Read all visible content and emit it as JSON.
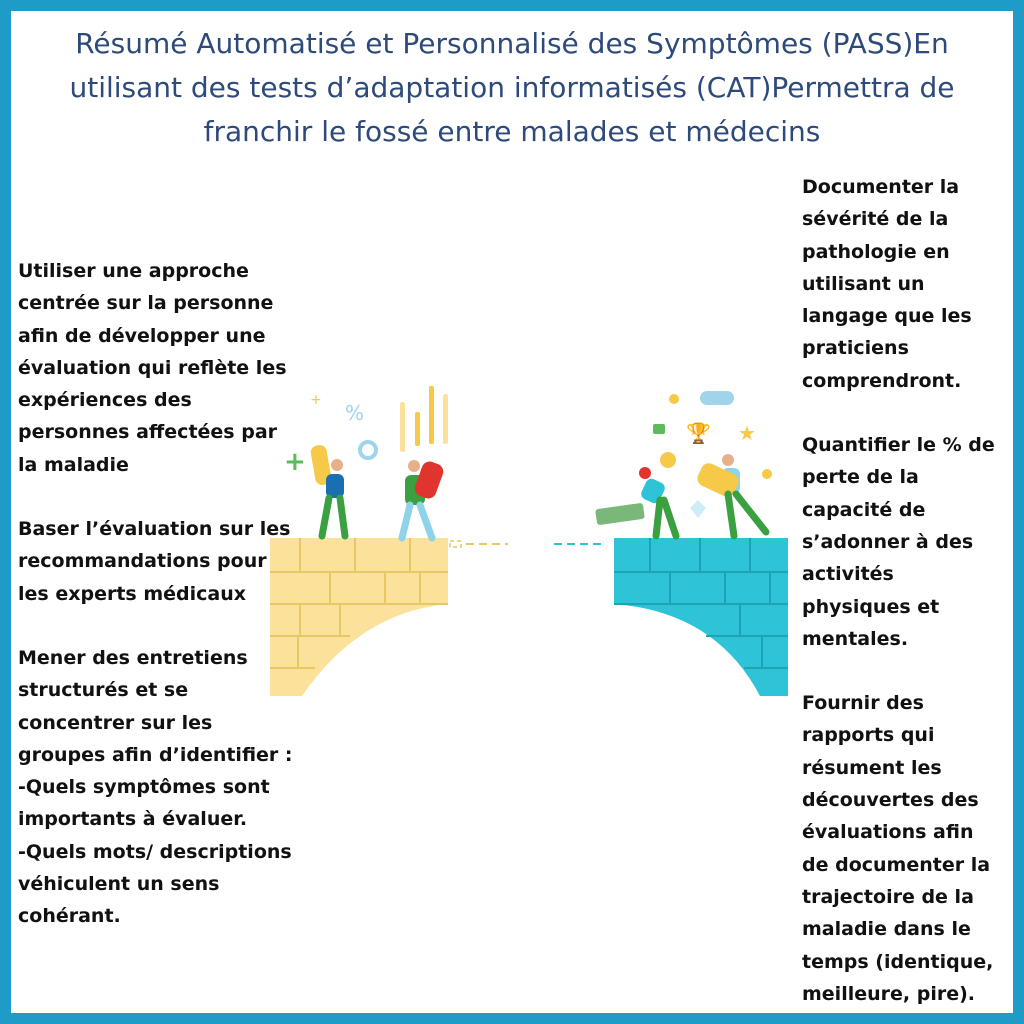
{
  "title": "Résumé Automatisé et Personnalisé des Symptômes (PASS)En utilisant des tests d’adaptation informatisés (CAT)Permettra de franchir le fossé entre malades et médecins",
  "left_column": [
    "Utiliser une approche centrée sur la personne afin de développer une évaluation qui reflète les expériences des personnes affectées par la maladie",
    "Baser l’évaluation sur les recommandations pour les experts médicaux",
    "Mener des entretiens structurés et se concentrer sur les groupes afin d’identifier :",
    "-Quels symptômes sont importants à évaluer.",
    "-Quels mots/ descriptions véhiculent un sens cohérant."
  ],
  "right_column": [
    "Documenter la sévérité de la pathologie en utilisant un langage que les praticiens comprendront.",
    "Quantifier le % de perte de la capacité de s’adonner à des activités physiques et mentales.",
    "Fournir des rapports qui résument les découvertes des évaluations afin de documenter la trajectoire de la maladie dans le temps (identique, meilleure, pire)."
  ],
  "colors": {
    "border": "#1f9bc7",
    "title": "#2e4a7a",
    "bridge_left": "#fbe199",
    "bridge_right": "#2ec3d6"
  },
  "icons": [
    "percent-icon",
    "plus-icon",
    "star-icon",
    "trophy-icon",
    "coin-icon",
    "puzzle-icon",
    "gamepad-icon",
    "bar-chart-icon",
    "diamond-icon"
  ]
}
